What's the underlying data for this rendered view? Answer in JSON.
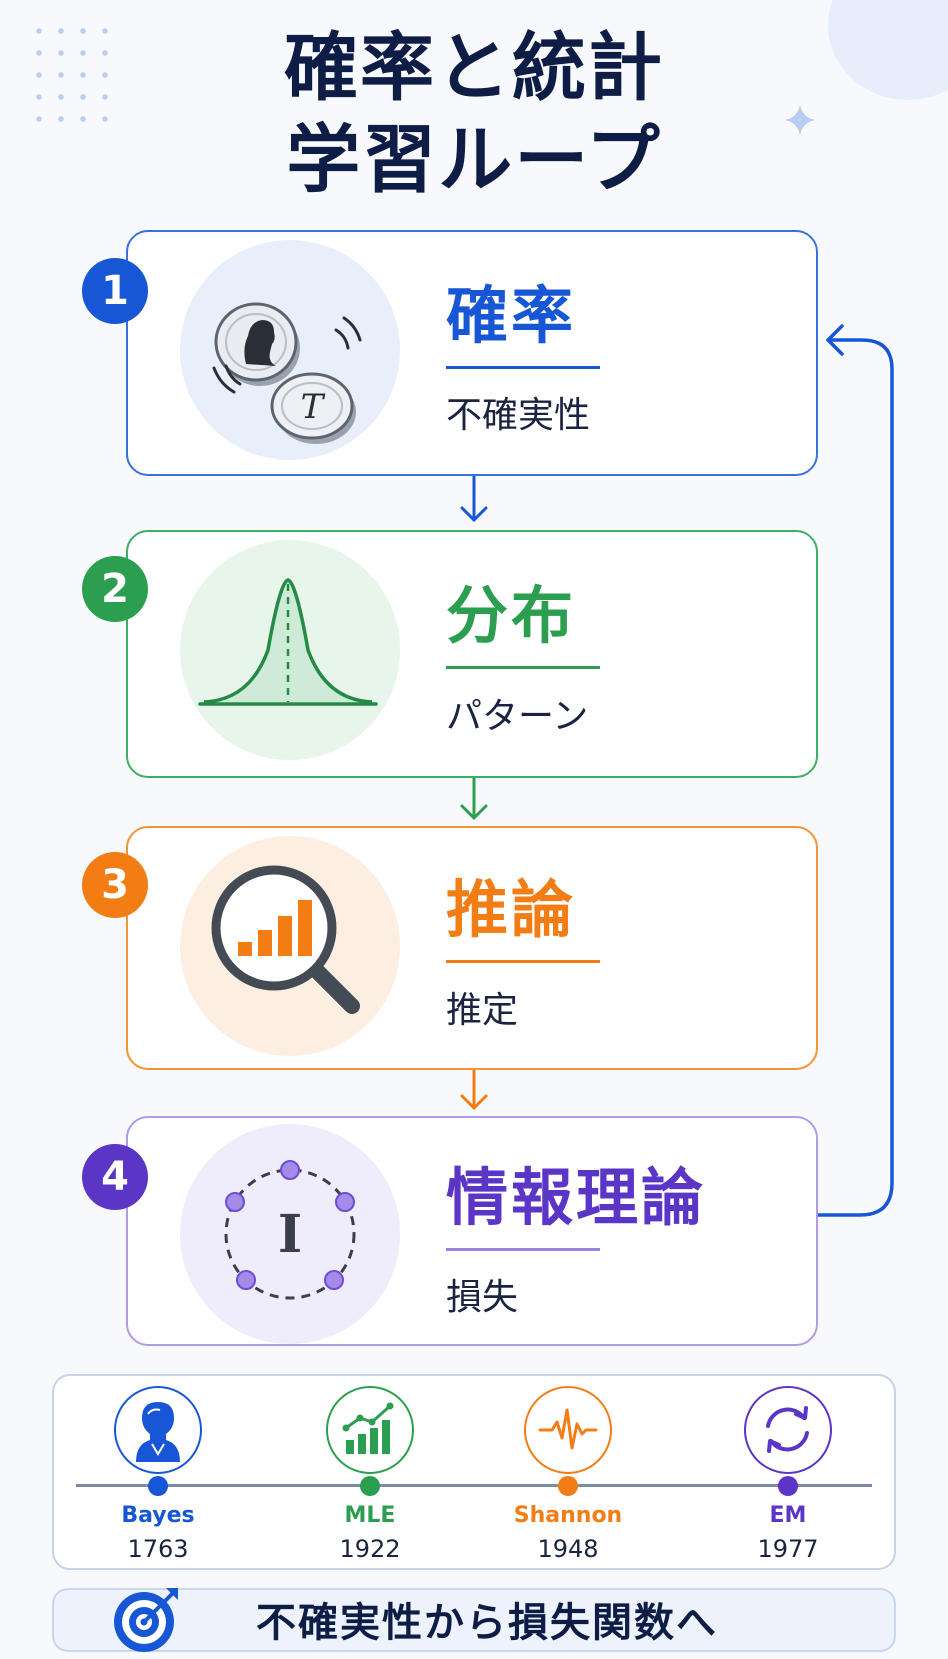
{
  "title": [
    "確率と統計",
    "学習ループ"
  ],
  "stages": [
    {
      "number": "1",
      "title": "確率",
      "subtitle": "不確実性",
      "color": "#1757d6",
      "icon": "coin-flip-icon"
    },
    {
      "number": "2",
      "title": "分布",
      "subtitle": "パターン",
      "color": "#2b9e4f",
      "icon": "bell-curve-icon"
    },
    {
      "number": "3",
      "title": "推論",
      "subtitle": "推定",
      "color": "#f27d14",
      "icon": "magnifier-chart-icon"
    },
    {
      "number": "4",
      "title": "情報理論",
      "subtitle": "損失",
      "color": "#5b35c6",
      "icon": "information-icon"
    }
  ],
  "coin_letter": "T",
  "info_letter": "I",
  "timeline": [
    {
      "name": "Bayes",
      "year": "1763",
      "color": "#1757d6",
      "icon": "bayes-portrait-icon"
    },
    {
      "name": "MLE",
      "year": "1922",
      "color": "#2b9e4f",
      "icon": "growth-chart-icon"
    },
    {
      "name": "Shannon",
      "year": "1948",
      "color": "#f27d14",
      "icon": "waveform-icon"
    },
    {
      "name": "EM",
      "year": "1977",
      "color": "#5b35c6",
      "icon": "cycle-arrows-icon"
    }
  ],
  "footer": {
    "text": "不確実性から損失関数へ",
    "icon": "target-icon"
  }
}
